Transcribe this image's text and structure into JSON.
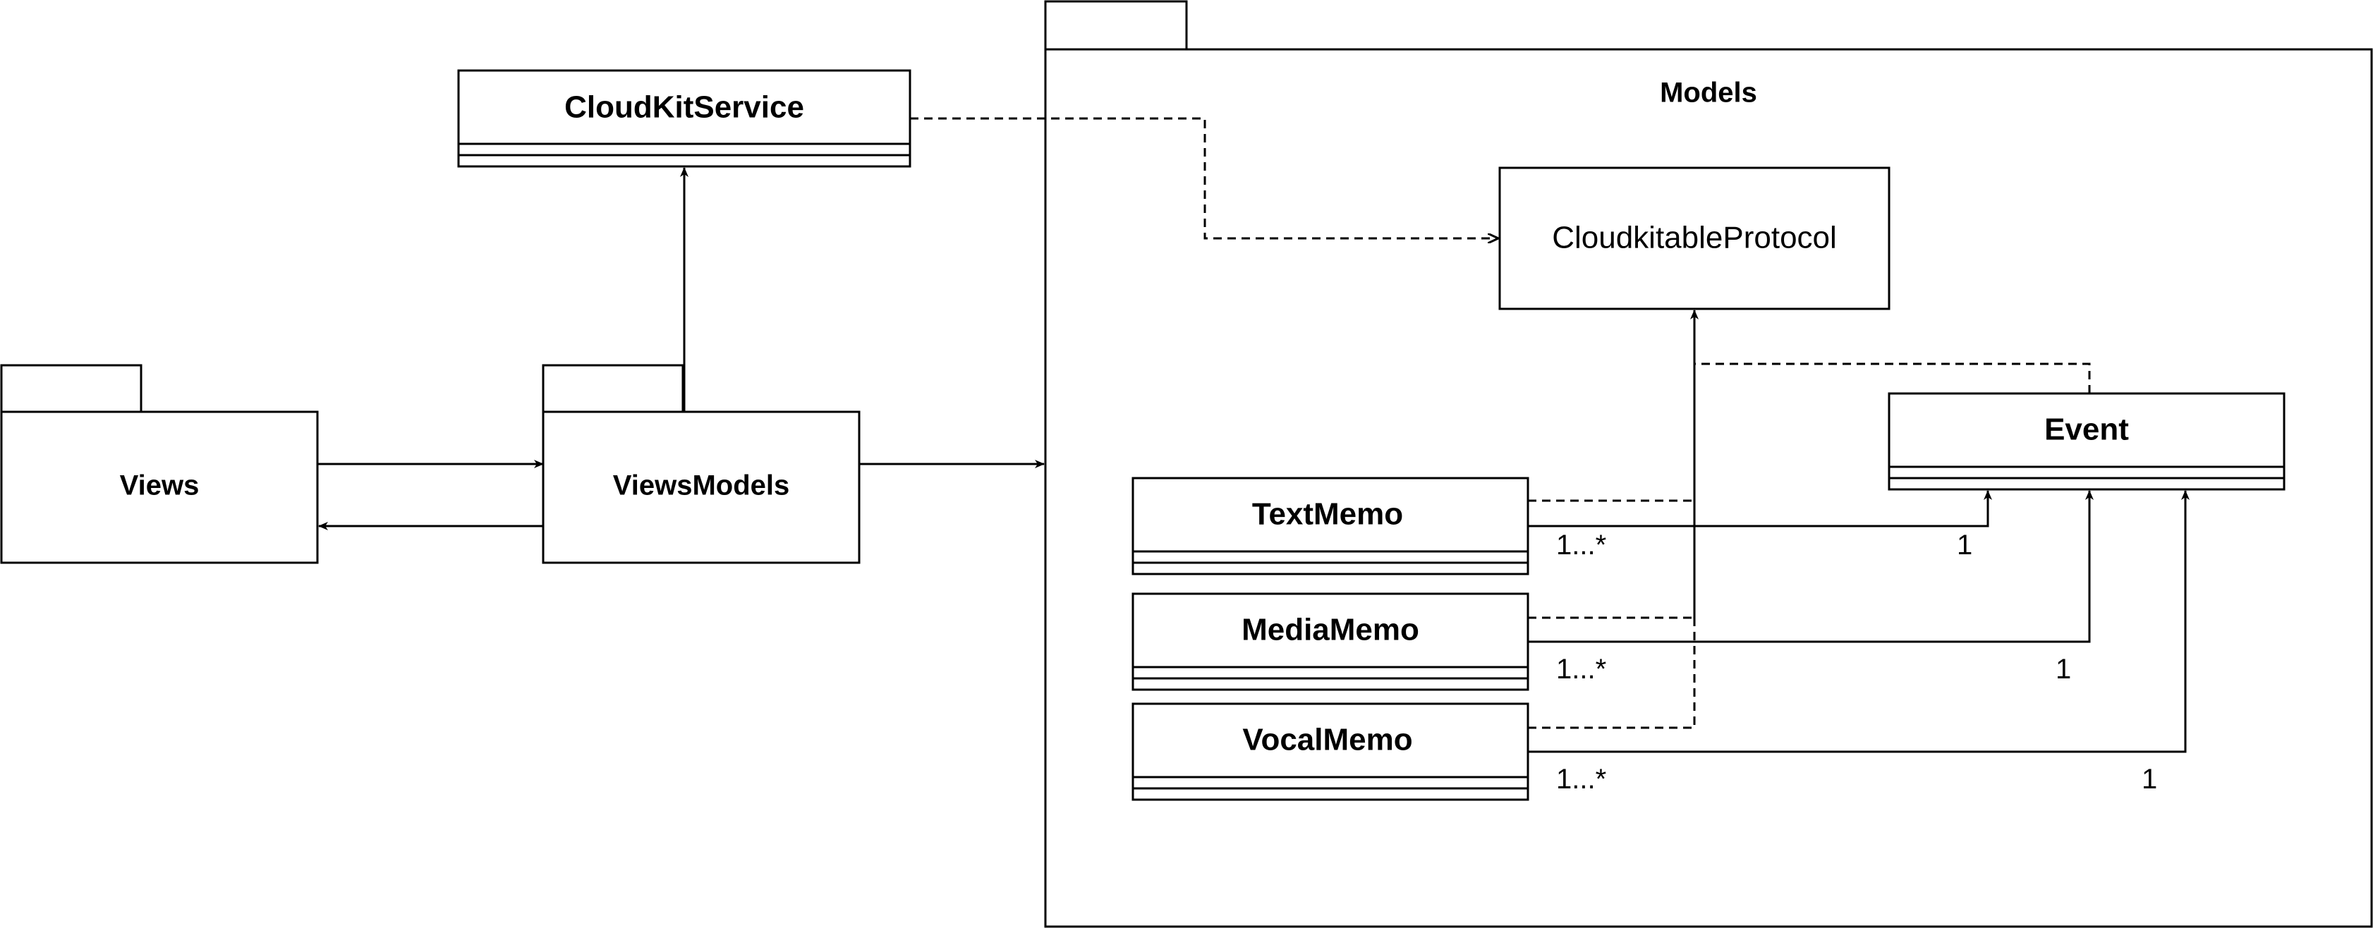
{
  "packages": {
    "views": {
      "label": "Views"
    },
    "viewsmodels": {
      "label": "ViewsModels"
    },
    "models": {
      "label": "Models"
    }
  },
  "classes": {
    "cloudkitservice": {
      "label": "CloudKitService"
    },
    "protocol": {
      "label": "CloudkitableProtocol"
    },
    "event": {
      "label": "Event"
    },
    "textmemo": {
      "label": "TextMemo"
    },
    "mediamemo": {
      "label": "MediaMemo"
    },
    "vocalmemo": {
      "label": "VocalMemo"
    }
  },
  "multiplicities": {
    "textmemo_event": {
      "source": "1...*",
      "target": "1"
    },
    "mediamemo_event": {
      "source": "1...*",
      "target": "1"
    },
    "vocalmemo_event": {
      "source": "1...*",
      "target": "1"
    }
  }
}
